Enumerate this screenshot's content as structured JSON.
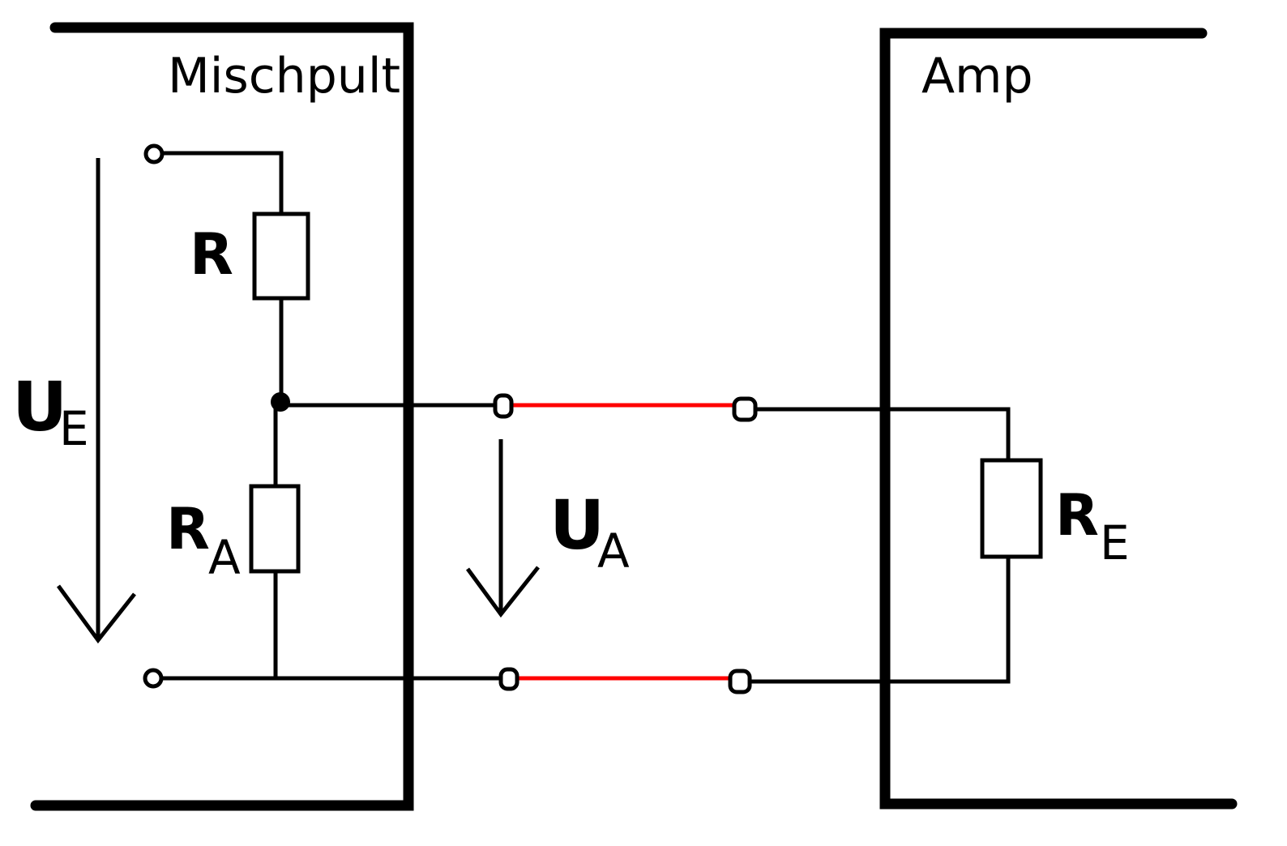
{
  "labels": {
    "mixer": "Mischpult",
    "amp": "Amp"
  },
  "symbols": {
    "r": {
      "main": "R",
      "sub": ""
    },
    "ra": {
      "main": "R",
      "sub": "A"
    },
    "re": {
      "main": "R",
      "sub": "E"
    },
    "ue": {
      "main": "U",
      "sub": "E"
    },
    "ua": {
      "main": "U",
      "sub": "A"
    }
  },
  "colors": {
    "wire": "#000000",
    "cable": "#ff0000",
    "background": "#ffffff"
  }
}
